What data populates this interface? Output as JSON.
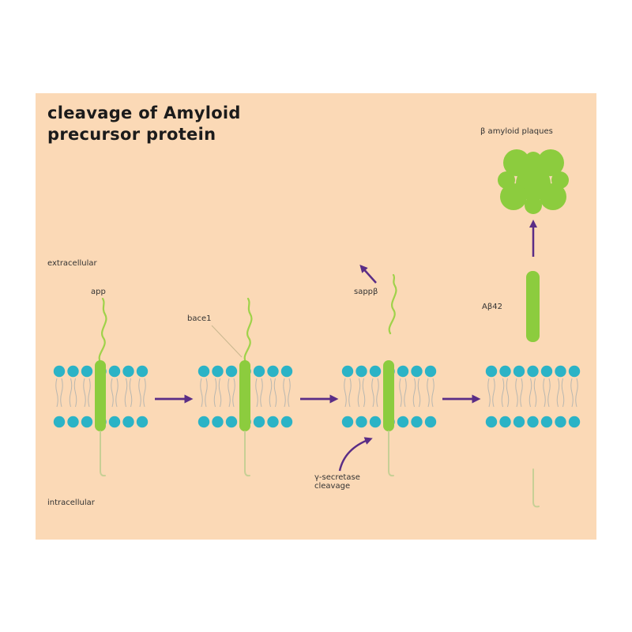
{
  "title": {
    "line1": "cleavage of Amyloid",
    "line2": "precursor protein"
  },
  "labels": {
    "extracellular": "extracellular",
    "intracellular": "intracellular",
    "app": "app",
    "bace1": "bace1",
    "sappb": "sappβ",
    "gamma_secretase_line1": "γ-secretase",
    "gamma_secretase_line2": "cleavage",
    "ab42": "Aβ42",
    "plaques": "β amyloid plaques"
  },
  "colors": {
    "background": "#fbd9b6",
    "lipid_head": "#2bb3c6",
    "lipid_tail": "#b9b7b0",
    "protein": "#8ccc3e",
    "protein_tail": "#c7cf95",
    "arrow": "#5a2d86",
    "text": "#1b1b1b"
  }
}
